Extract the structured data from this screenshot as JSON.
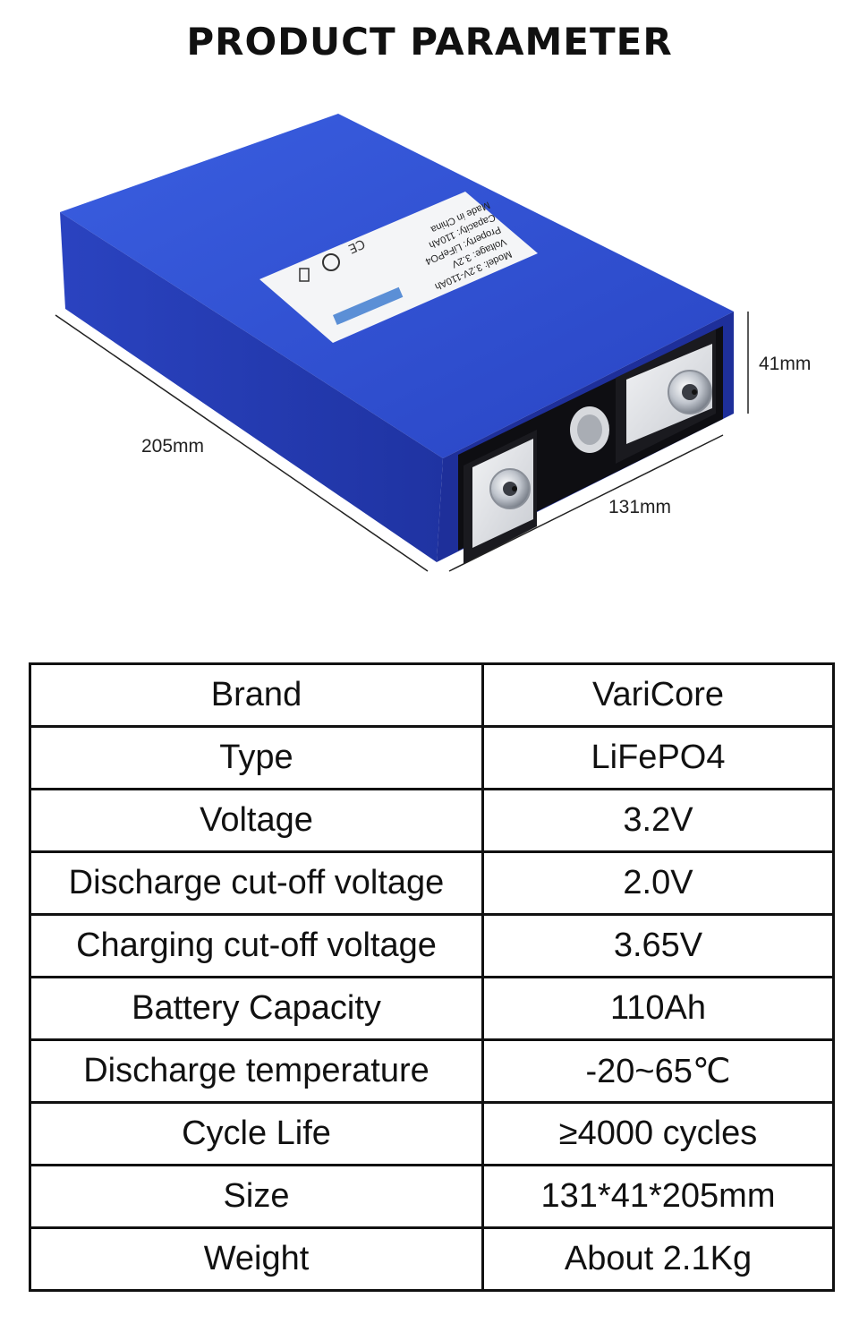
{
  "page": {
    "title": "PRODUCT PARAMETER"
  },
  "product_image": {
    "dimensions": {
      "length": "205mm",
      "width": "131mm",
      "height": "41mm"
    },
    "cell_label": {
      "model": "Model: 3.2V-110Ah",
      "voltage": "Voltage: 3.2V",
      "property": "Property: LiFePO4",
      "capacity": "Capacity: 110Ah",
      "origin": "Made in China"
    },
    "colors": {
      "casing_top": "#2f4fd0",
      "casing_side": "#2338b0",
      "casing_front": "#1e2f9a",
      "terminal_face": "#0e0e12"
    }
  },
  "spec_table": {
    "rows": [
      {
        "param": "Brand",
        "value": "VariCore"
      },
      {
        "param": "Type",
        "value": "LiFePO4"
      },
      {
        "param": "Voltage",
        "value": "3.2V"
      },
      {
        "param": "Discharge cut-off voltage",
        "value": "2.0V"
      },
      {
        "param": "Charging cut-off voltage",
        "value": "3.65V"
      },
      {
        "param": "Battery Capacity",
        "value": "110Ah"
      },
      {
        "param": "Discharge temperature",
        "value": "-20~65℃"
      },
      {
        "param": "Cycle Life",
        "value": "≥4000 cycles"
      },
      {
        "param": "Size",
        "value": "131*41*205mm"
      },
      {
        "param": "Weight",
        "value": "About 2.1Kg"
      }
    ]
  }
}
